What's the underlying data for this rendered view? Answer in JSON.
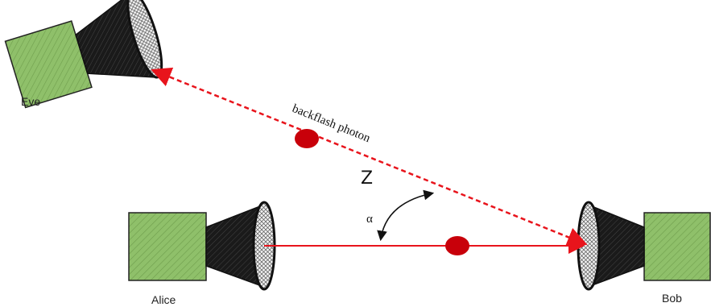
{
  "labels": {
    "eve": "Eve",
    "alice": "Alice",
    "bob": "Bob",
    "backflash": "backflash photon",
    "z": "Z",
    "alpha": "α"
  },
  "colors": {
    "box_fill": "#8fc06a",
    "box_stroke": "#222222",
    "cone_fill": "#111111",
    "beam": "#e8141c",
    "photon": "#c8000a"
  },
  "icons": {
    "device": "camera-box-with-cone-icon",
    "lens": "mesh-lens-icon",
    "photon": "photon-dot-icon",
    "angle": "curved-double-arrow-icon"
  }
}
